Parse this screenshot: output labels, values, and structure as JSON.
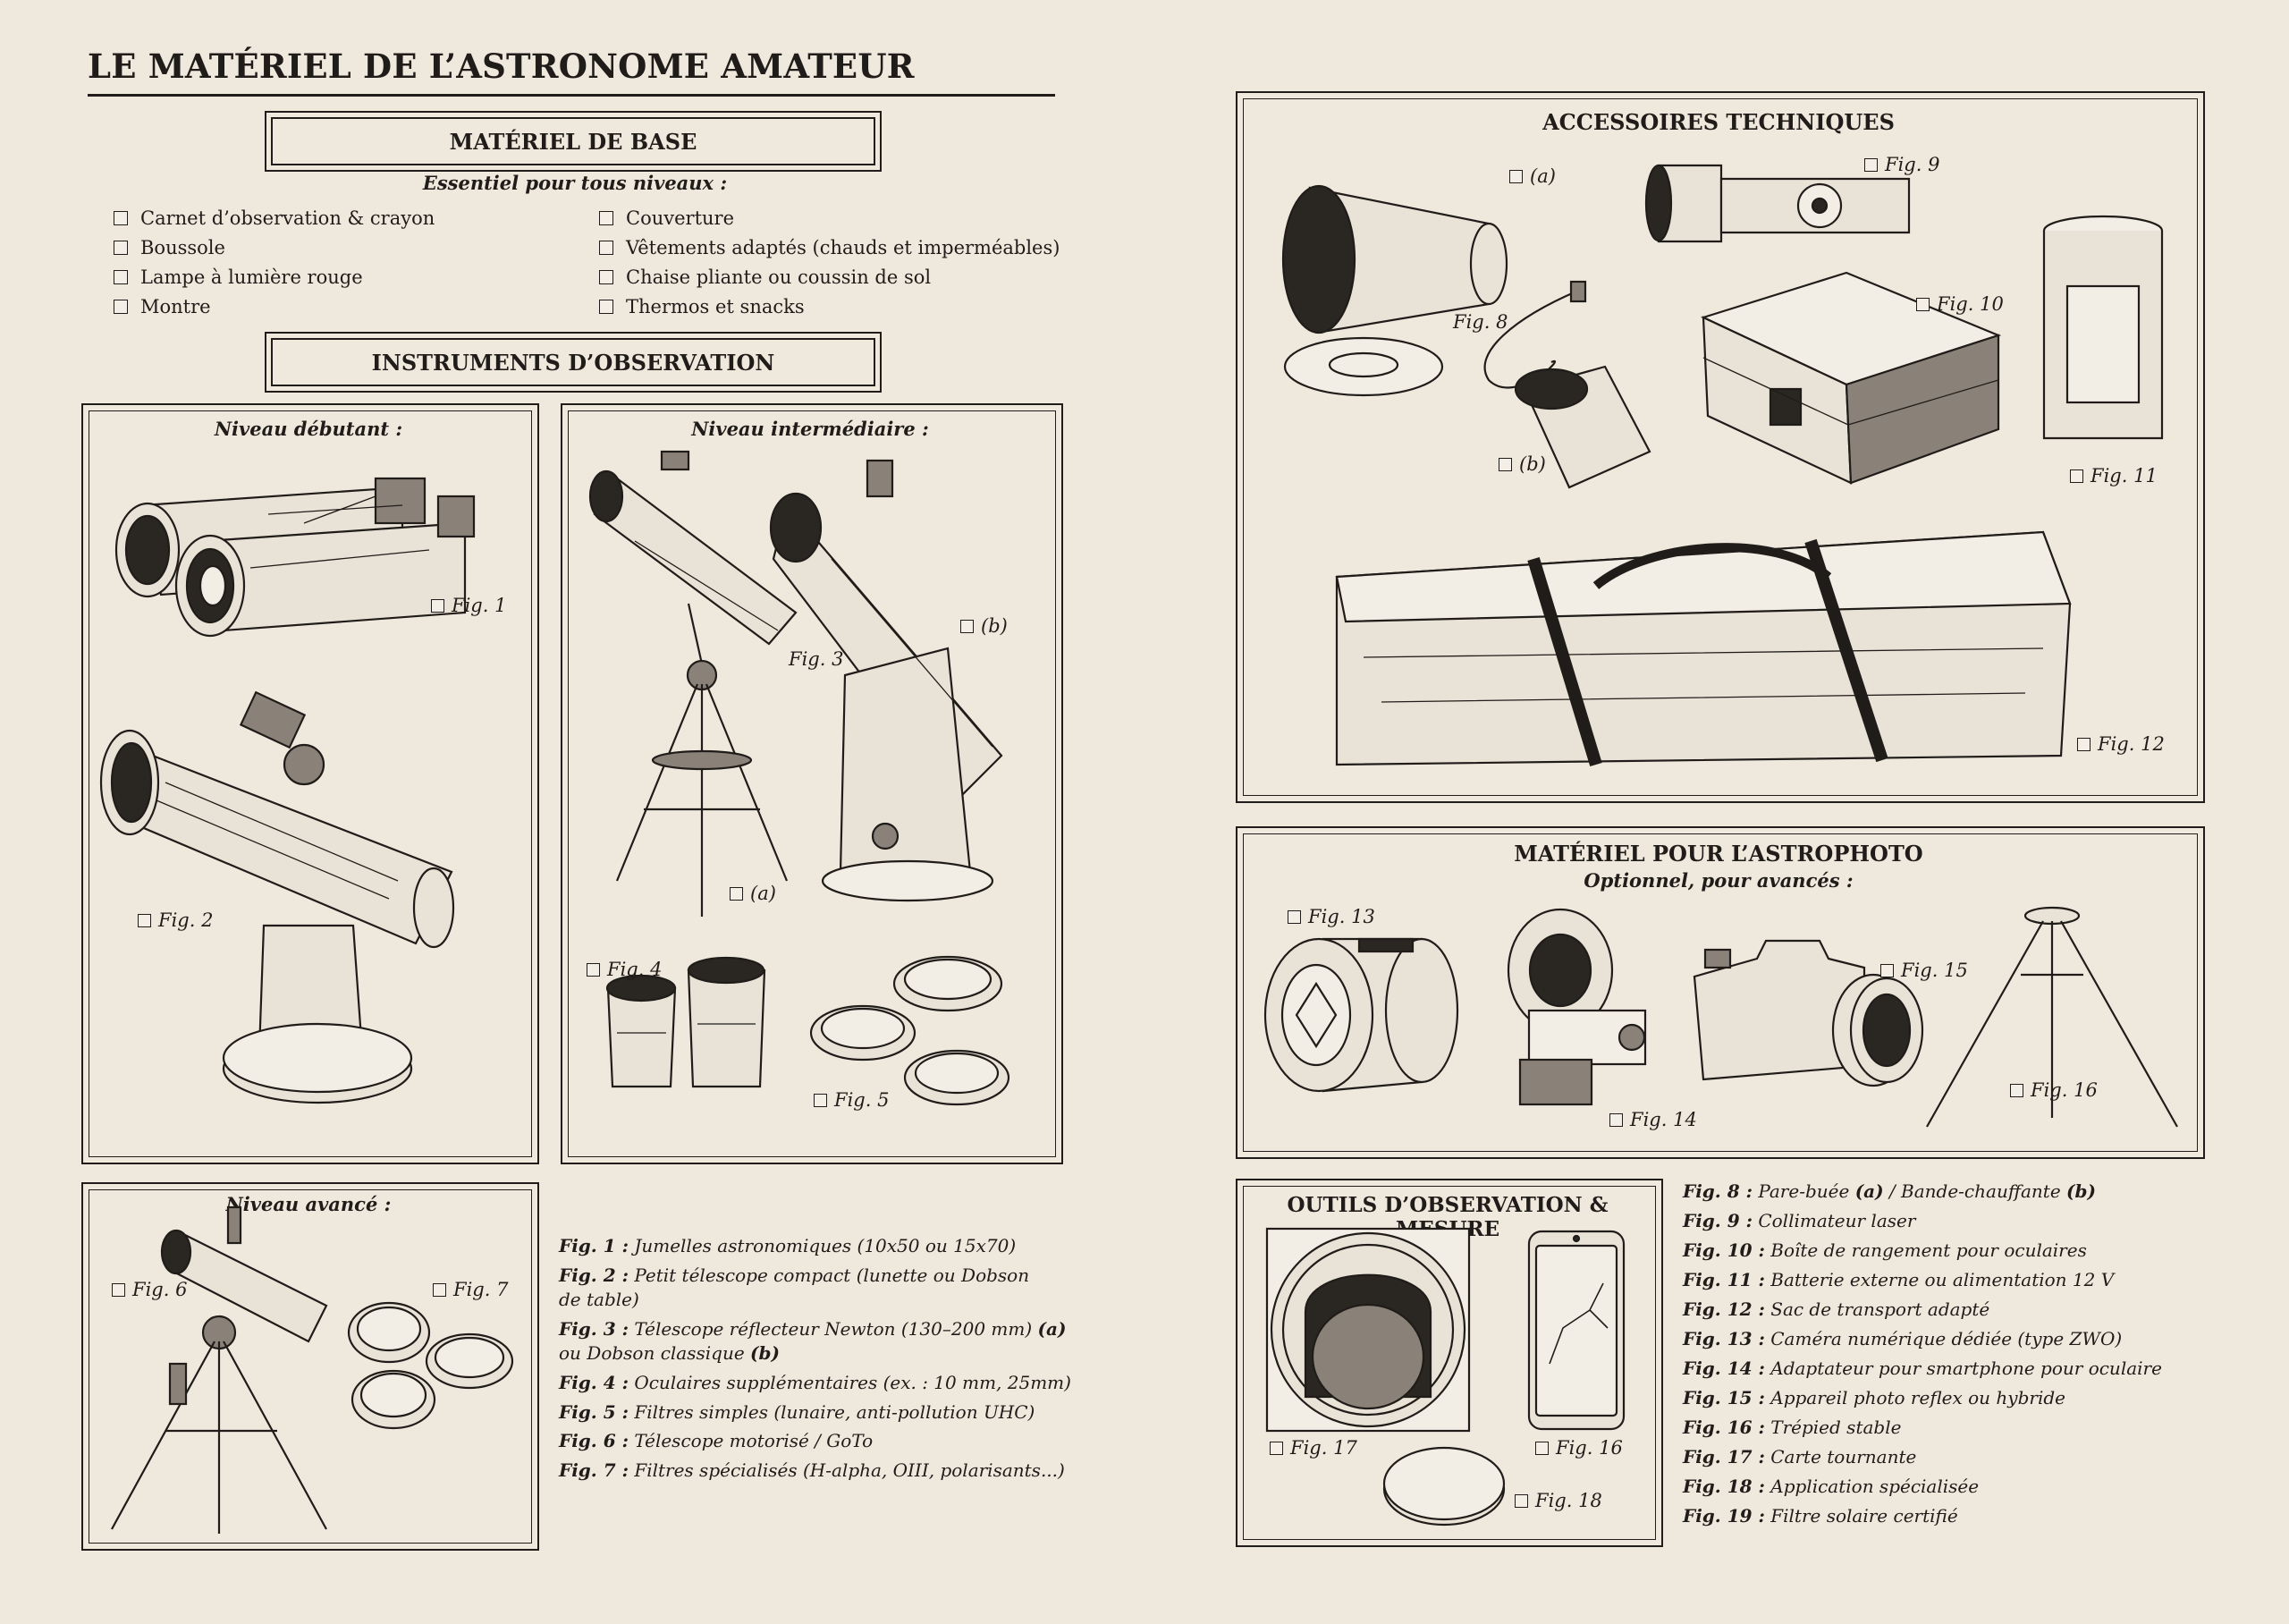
{
  "page": {
    "title": "LE MATÉRIEL DE L’ASTRONOME AMATEUR"
  },
  "base": {
    "title": "MATÉRIEL DE BASE",
    "subtitle": "Essentiel pour tous niveaux :",
    "left_items": [
      "Carnet d’observation & crayon",
      "Boussole",
      "Lampe à lumière rouge",
      "Montre"
    ],
    "right_items": [
      "Couverture",
      "Vêtements adaptés (chauds et imperméables)",
      "Chaise pliante ou coussin de sol",
      "Thermos et snacks"
    ]
  },
  "instruments": {
    "title": "INSTRUMENTS D’OBSERVATION",
    "beginner": {
      "title": "Niveau débutant :",
      "labels": [
        "Fig. 1",
        "Fig. 2"
      ]
    },
    "intermediate": {
      "title": "Niveau intermédiaire :",
      "labels": [
        "Fig. 3",
        "(b)",
        "(a)",
        "Fig. 4",
        "Fig. 5"
      ]
    },
    "advanced": {
      "title": "Niveau avancé :",
      "labels": [
        "Fig. 6",
        "Fig. 7"
      ]
    }
  },
  "legend_left": [
    {
      "fig": "Fig. 1 :",
      "text": "Jumelles astronomiques (10x50 ou 15x70)"
    },
    {
      "fig": "Fig. 2 :",
      "text": "Petit télescope compact (lunette ou Dobson",
      "text2": "de table)"
    },
    {
      "fig": "Fig. 3 :",
      "text": "Télescope réflecteur Newton (130–200 mm)",
      "bold": "(a)",
      "text2": "ou Dobson classique",
      "bold2": "(b)"
    },
    {
      "fig": "Fig. 4 :",
      "text": "Oculaires supplémentaires (ex. : 10 mm, 25mm)"
    },
    {
      "fig": "Fig. 5 :",
      "text": "Filtres simples (lunaire, anti-pollution UHC)"
    },
    {
      "fig": "Fig. 6 :",
      "text": "Télescope motorisé / GoTo"
    },
    {
      "fig": "Fig. 7 :",
      "text": "Filtres spécialisés (H-alpha, OIII, polarisants...)"
    }
  ],
  "accessories": {
    "title": "ACCESSOIRES TECHNIQUES",
    "labels": [
      "(a)",
      "Fig. 9",
      "Fig. 8",
      "Fig. 10",
      "(b)",
      "Fig. 11",
      "Fig. 12"
    ]
  },
  "astrophoto": {
    "title": "MATÉRIEL POUR L’ASTROPHOTO",
    "subtitle": "Optionnel, pour avancés :",
    "labels": [
      "Fig. 13",
      "Fig. 15",
      "Fig. 16",
      "Fig. 14"
    ]
  },
  "tools": {
    "title": "OUTILS D’OBSERVATION & MESURE",
    "labels": [
      "Fig. 17",
      "Fig. 16",
      "Fig. 18"
    ]
  },
  "legend_right": [
    {
      "fig": "Fig. 8 :",
      "text": "Pare-buée",
      "bold": "(a)",
      "text2": "/ Bande-chauffante",
      "bold2": "(b)"
    },
    {
      "fig": "Fig. 9 :",
      "text": "Collimateur laser"
    },
    {
      "fig": "Fig. 10 :",
      "text": "Boîte de rangement pour oculaires"
    },
    {
      "fig": "Fig. 11 :",
      "text": "Batterie externe ou alimentation 12 V"
    },
    {
      "fig": "Fig. 12 :",
      "text": "Sac de transport adapté"
    },
    {
      "fig": "Fig. 13 :",
      "text": "Caméra numérique dédiée (type ZWO)"
    },
    {
      "fig": "Fig. 14 :",
      "text": "Adaptateur pour smartphone pour oculaire"
    },
    {
      "fig": "Fig. 15 :",
      "text": "Appareil photo reflex ou hybride"
    },
    {
      "fig": "Fig. 16 :",
      "text": "Trépied stable"
    },
    {
      "fig": "Fig. 17 :",
      "text": "Carte tournante"
    },
    {
      "fig": "Fig. 18 :",
      "text": "Application spécialisée"
    },
    {
      "fig": "Fig. 19 :",
      "text": "Filtre solaire certifié"
    }
  ]
}
